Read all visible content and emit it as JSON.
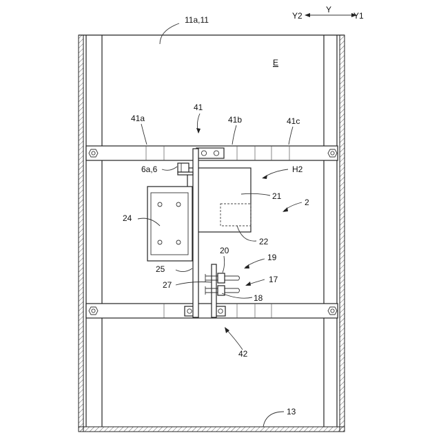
{
  "labels": {
    "axis_y": "Y",
    "axis_y1": "Y1",
    "axis_y2": "Y2",
    "l_11": "11a,11",
    "l_E": "E",
    "l_41": "41",
    "l_41a": "41a",
    "l_41b": "41b",
    "l_41c": "41c",
    "l_6": "6a,6",
    "l_H2": "H2",
    "l_21": "21",
    "l_2": "2",
    "l_24": "24",
    "l_22": "22",
    "l_20": "20",
    "l_19": "19",
    "l_25": "25",
    "l_17": "17",
    "l_27": "27",
    "l_18": "18",
    "l_42": "42",
    "l_13": "13"
  }
}
